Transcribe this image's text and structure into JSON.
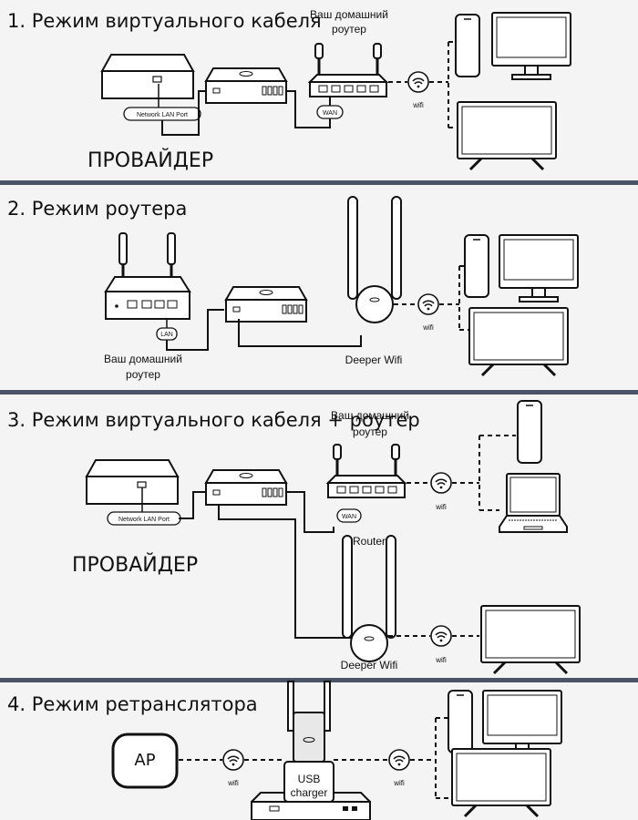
{
  "sections": [
    {
      "title": "1. Режим виртуального кабеля",
      "provider_label": "ПРОВАЙДЕР",
      "network_port_label": "Network LAN Port",
      "home_router_label_1": "Ваш домашний",
      "home_router_label_2": "роутер",
      "wan_label": "WAN",
      "wifi_label": "wifi"
    },
    {
      "title": "2. Режим роутера",
      "lan_label": "LAN",
      "home_router_label_1": "Ваш домашний",
      "home_router_label_2": "роутер",
      "deeper_label": "Deeper Wifi",
      "wifi_label": "wifi"
    },
    {
      "title": "3. Режим виртуального кабеля + роутер",
      "provider_label": "ПРОВАЙДЕР",
      "network_port_label": "Network LAN Port",
      "home_router_label_1": "Ваш домашний",
      "home_router_label_2": "роутер",
      "wan_label": "WAN",
      "router_label": "Router",
      "deeper_label": "Deeper Wifi",
      "wifi_label_1": "wifi",
      "wifi_label_2": "wifi"
    },
    {
      "title": "4. Режим ретранслятора",
      "ap_label": "AP",
      "usb_label_1": "USB",
      "usb_label_2": "charger",
      "wifi_label_1": "wifi",
      "wifi_label_2": "wifi"
    }
  ],
  "colors": {
    "separator": "#4a5466",
    "background": "#f4f4f4",
    "line": "#111111"
  }
}
